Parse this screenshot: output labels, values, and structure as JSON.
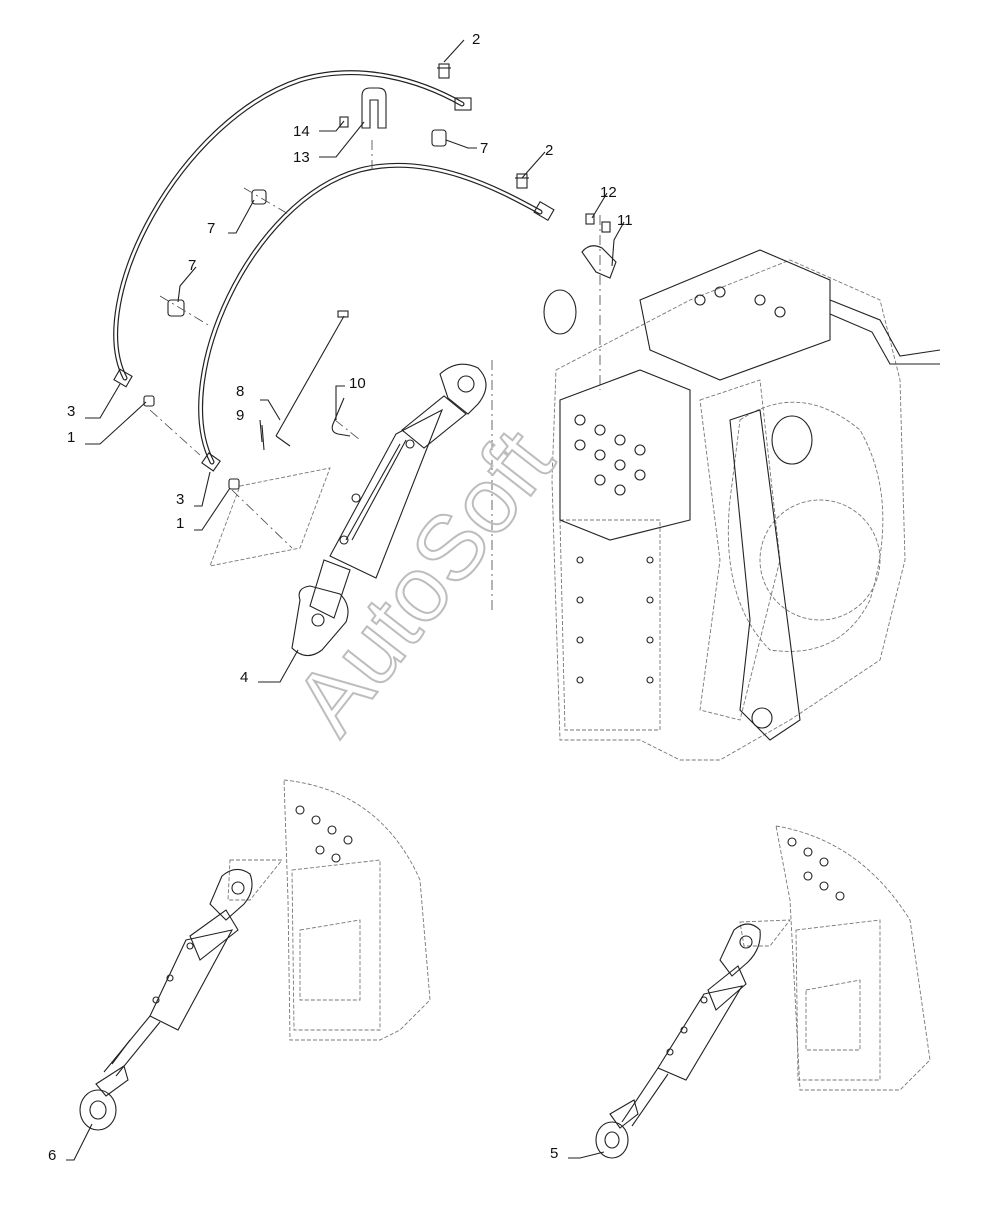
{
  "watermark": "AutoSoft",
  "callouts": [
    {
      "id": "c2a",
      "label": "2"
    },
    {
      "id": "c14",
      "label": "14"
    },
    {
      "id": "c13",
      "label": "13"
    },
    {
      "id": "c7a",
      "label": "7"
    },
    {
      "id": "c2b",
      "label": "2"
    },
    {
      "id": "c12",
      "label": "12"
    },
    {
      "id": "c11",
      "label": "11"
    },
    {
      "id": "c7b",
      "label": "7"
    },
    {
      "id": "c7c",
      "label": "7"
    },
    {
      "id": "c8",
      "label": "8"
    },
    {
      "id": "c10",
      "label": "10"
    },
    {
      "id": "c9",
      "label": "9"
    },
    {
      "id": "c3a",
      "label": "3"
    },
    {
      "id": "c1a",
      "label": "1"
    },
    {
      "id": "c3b",
      "label": "3"
    },
    {
      "id": "c1b",
      "label": "1"
    },
    {
      "id": "c4",
      "label": "4"
    },
    {
      "id": "c6",
      "label": "6"
    },
    {
      "id": "c5",
      "label": "5"
    }
  ]
}
